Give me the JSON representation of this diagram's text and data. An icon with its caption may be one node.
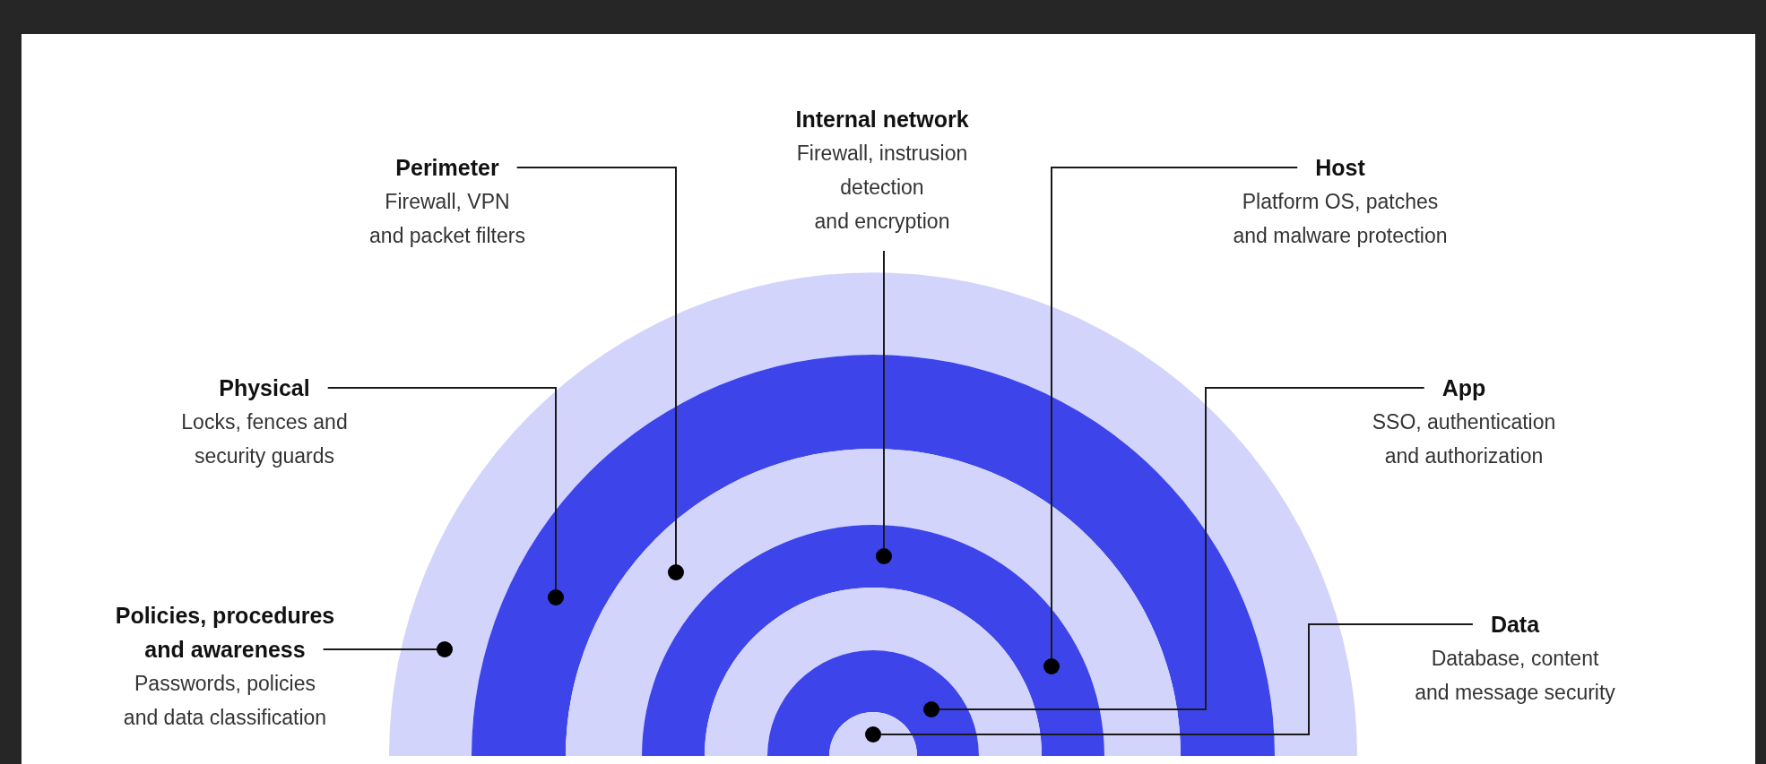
{
  "diagram": {
    "nodes": [
      {
        "text": [
          "Internal network",
          "Firewall, instrusion detection and encryption"
        ]
      },
      {
        "text": [
          "Perimeter",
          "Firewall, VPN and packet filters"
        ]
      },
      {
        "text": [
          "Host",
          "Platform OS, patches and malware protection"
        ]
      },
      {
        "text": [
          "Physical",
          "Locks, fences and security guards"
        ]
      },
      {
        "text": [
          "App",
          "SSO, authentication and authorization"
        ]
      },
      {
        "text": [
          "Policies, procedures and awareness",
          "Passwords, policies and data classification"
        ]
      },
      {
        "text": [
          "Data",
          "Database, content and message security"
        ]
      },
      {
        "text": [],
        "shape": "arc"
      },
      {
        "text": [],
        "shape": "arc"
      },
      {
        "text": [],
        "shape": "arc"
      },
      {
        "text": [],
        "shape": "arc"
      },
      {
        "text": [],
        "shape": "arc"
      },
      {
        "text": [],
        "shape": "arc"
      },
      {
        "text": [],
        "shape": "semicircle"
      }
    ],
    "edges": [
      {
        "from": 0,
        "to": 10,
        "arrow": "other"
      },
      {
        "from": 1,
        "to": 9,
        "arrow": "other"
      },
      {
        "from": 2,
        "to": 10,
        "arrow": "other"
      },
      {
        "from": 3,
        "to": 8,
        "arrow": "other"
      },
      {
        "from": 4,
        "to": 12,
        "arrow": "other"
      },
      {
        "from": 5,
        "to": 7,
        "arrow": "other"
      },
      {
        "from": 6,
        "to": 13,
        "arrow": "other"
      }
    ]
  }
}
